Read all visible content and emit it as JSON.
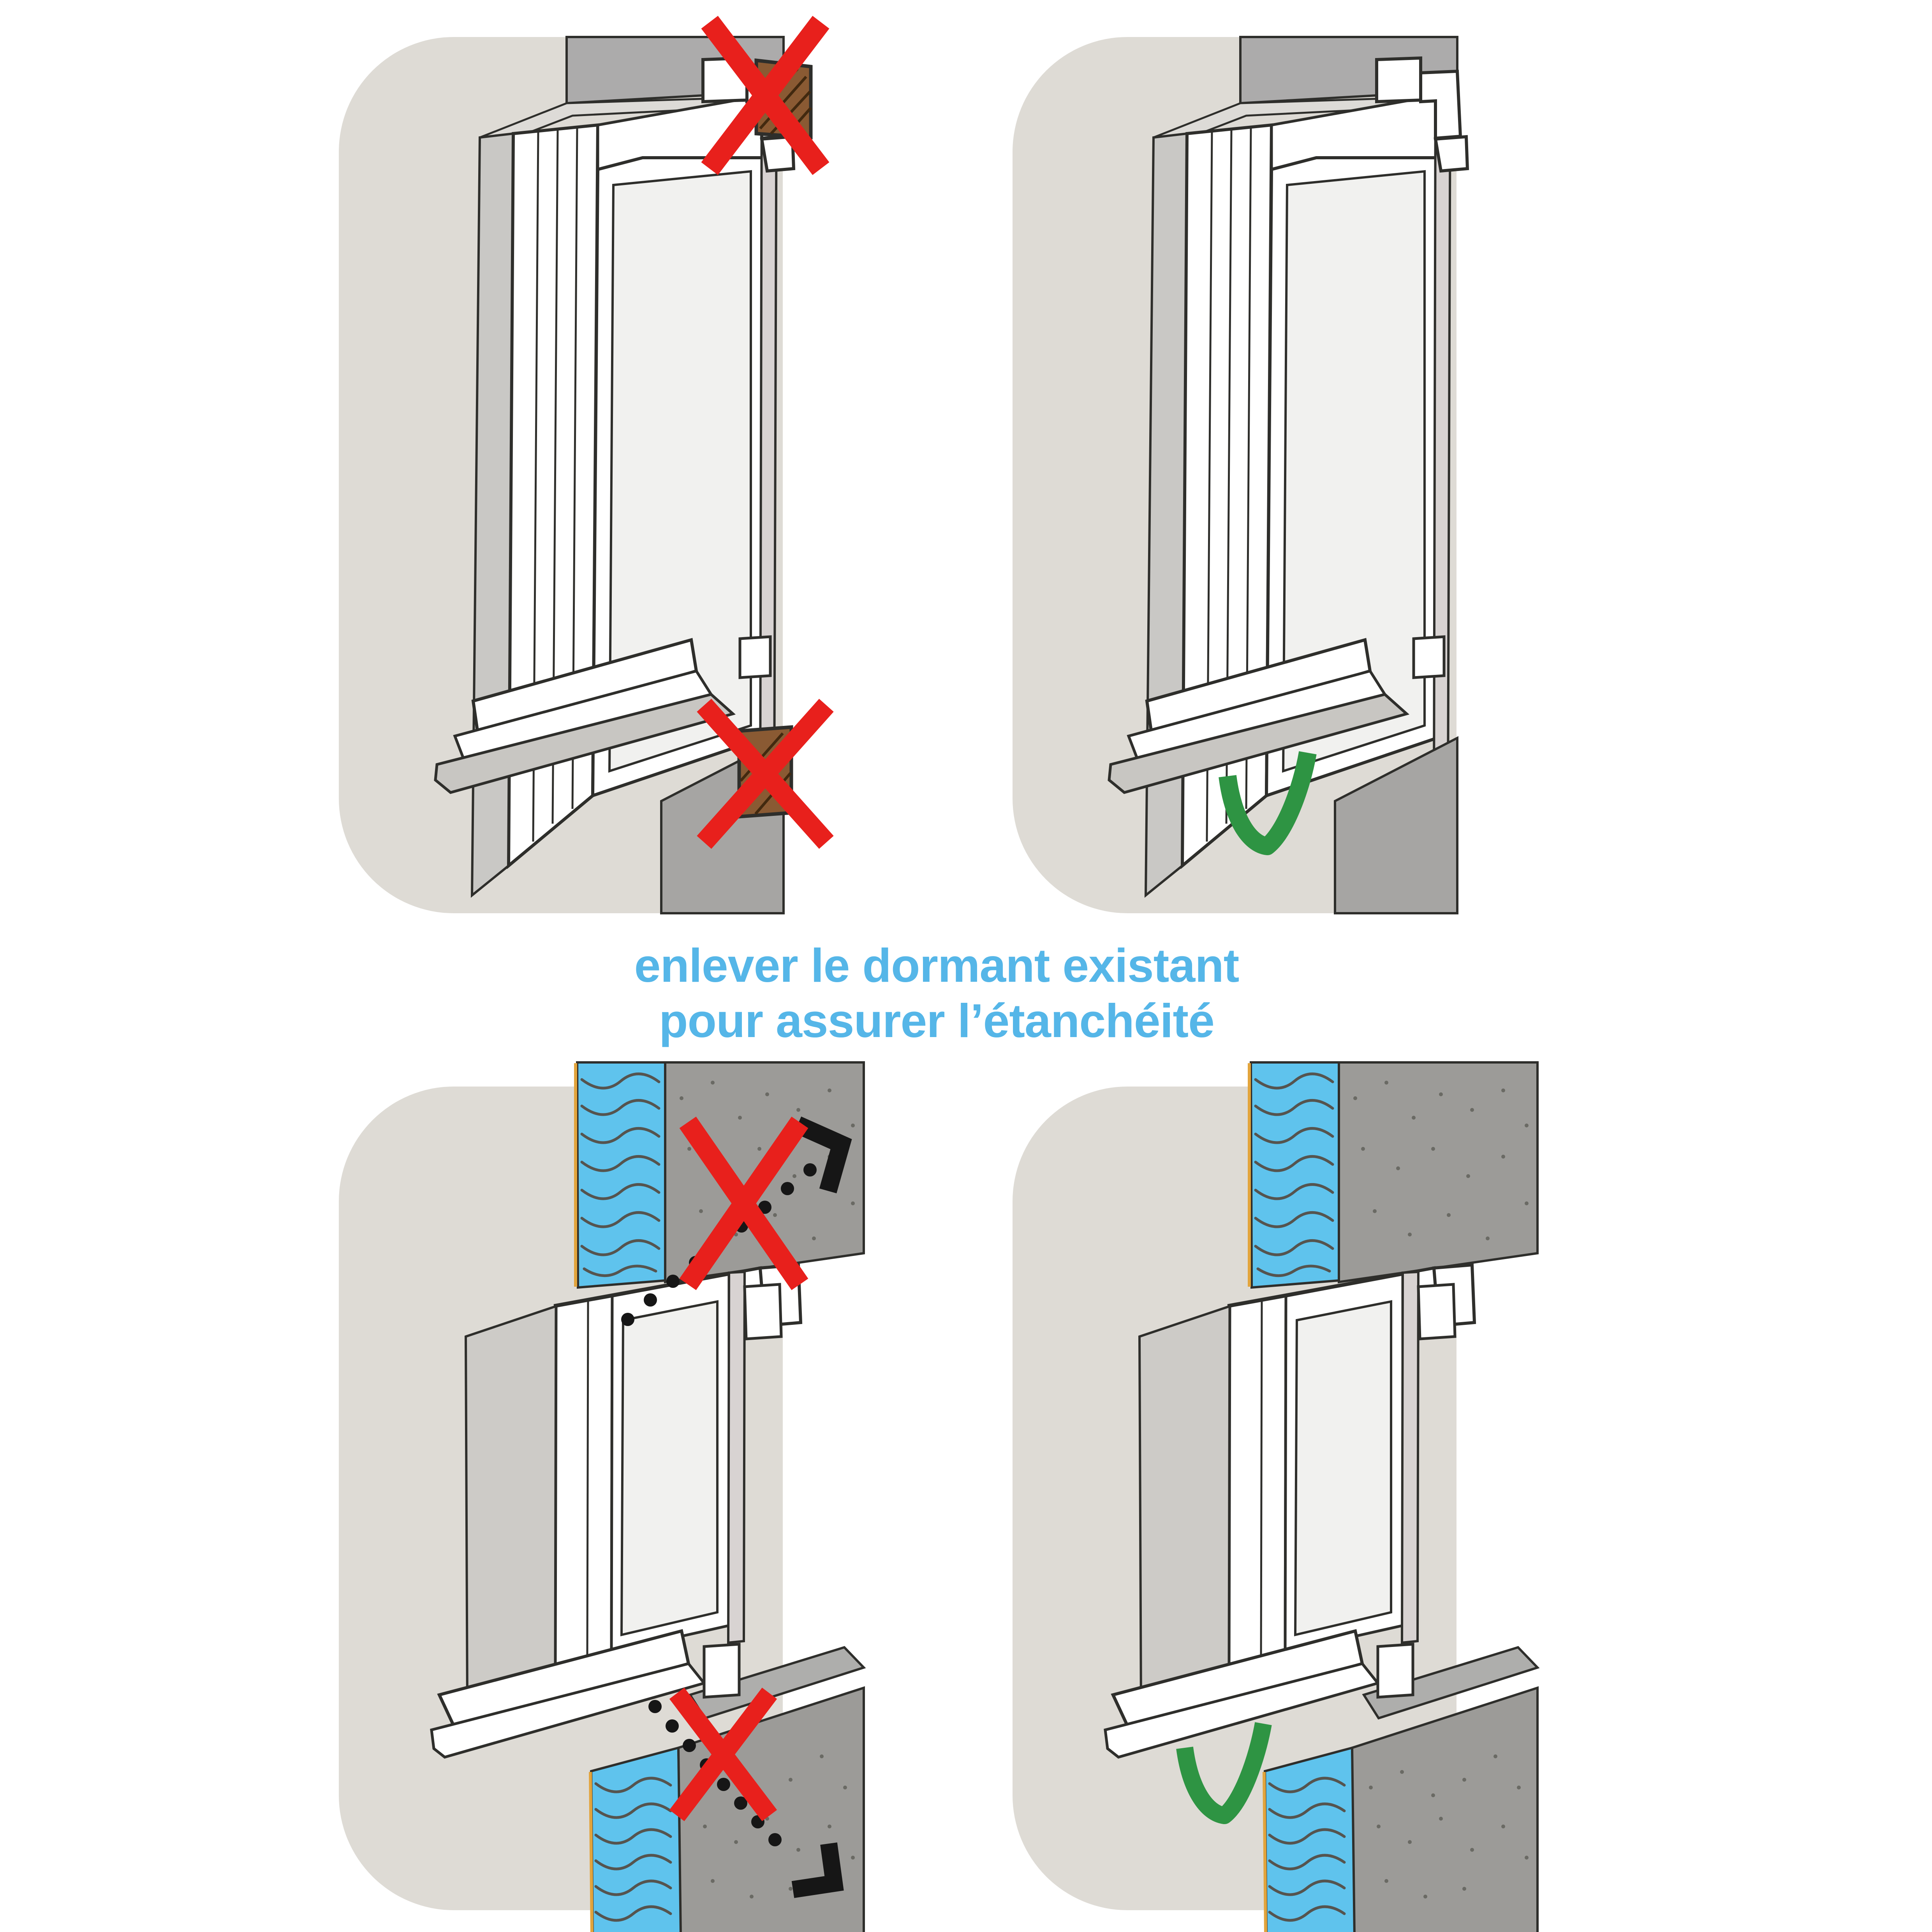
{
  "title": {
    "line1": "enlever le dormant existant",
    "line2": "pour assurer l’étanchéité"
  },
  "colors": {
    "accent": "#55B6E8",
    "red": "#E8201C",
    "green": "#2E9443",
    "insulation": "#5FC3ED",
    "wood": "#8A5A33",
    "wood_hatch": "#42290F",
    "panel": "#DEDBD5",
    "wall_dark": "#ACABAB",
    "wall_dark2": "#A6A5A3",
    "wall_mid": "#C9C8C5",
    "wall_mid2": "#CDCBC7",
    "soffit": "#DDDBD7",
    "sill_outer": "#C8C6C2",
    "sill_slope": "#AEAEAC",
    "concrete": "#9C9B98",
    "speckle": "#56564F",
    "glass": "#F1F1EF",
    "glazing": "#D8D3D2",
    "ink": "#2E2E2B",
    "sealant": "#E2A43C",
    "arrow_black": "#161616"
  },
  "panels": [
    {
      "id": "top-left",
      "verdict": "wrong",
      "mark_icons": [
        "red-x-icon",
        "red-x-icon"
      ],
      "content_icons": [
        "old-wood-frame-block",
        "window-sketch"
      ]
    },
    {
      "id": "top-right",
      "verdict": "right",
      "mark_icons": [
        "green-check-icon"
      ],
      "content_icons": [
        "window-sketch"
      ]
    },
    {
      "id": "bottom-left",
      "verdict": "wrong",
      "mark_icons": [
        "red-x-icon",
        "red-x-icon"
      ],
      "content_icons": [
        "insulation-batt",
        "concrete-wall",
        "air-leak-path",
        "leak-arrow-icon",
        "window-sketch"
      ]
    },
    {
      "id": "bottom-right",
      "verdict": "right",
      "mark_icons": [
        "green-check-icon"
      ],
      "content_icons": [
        "insulation-batt",
        "concrete-wall",
        "window-sketch"
      ]
    }
  ]
}
